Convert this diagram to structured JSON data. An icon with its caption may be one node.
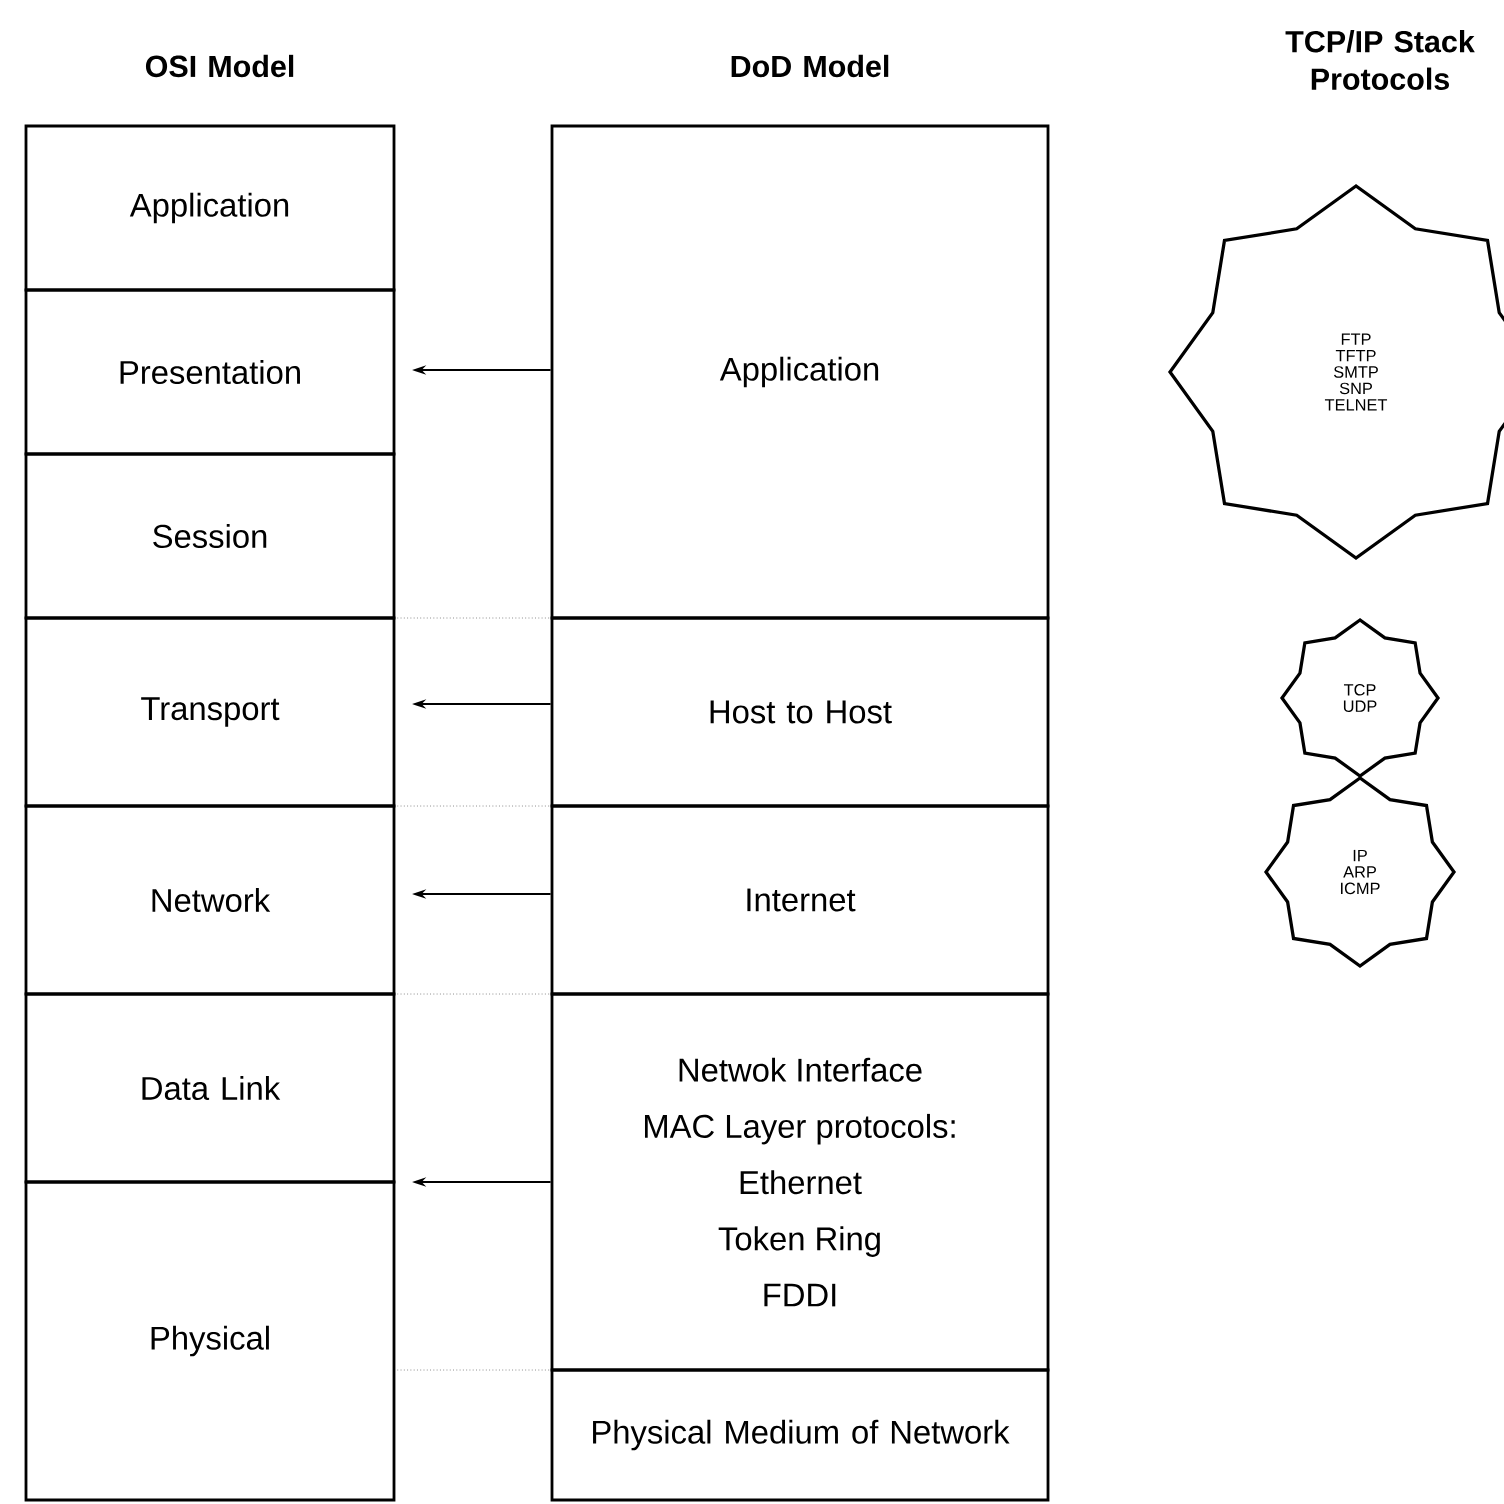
{
  "diagram": {
    "nodes": [
      {
        "text": [
          "Application"
        ]
      },
      {
        "text": [
          "Presentation"
        ]
      },
      {
        "text": [
          "Session"
        ]
      },
      {
        "text": [
          "Transport"
        ]
      },
      {
        "text": [
          "Network"
        ]
      },
      {
        "text": [
          "Data Link"
        ]
      },
      {
        "text": [
          "Physical"
        ]
      },
      {
        "text": [
          "Application"
        ]
      },
      {
        "text": [
          "Host to Host"
        ]
      },
      {
        "text": [
          "Internet"
        ]
      },
      {
        "text": [
          "Netwok Interface",
          "MAC Layer protocols:",
          "Ethernet",
          "Token Ring",
          "FDDI"
        ]
      },
      {
        "text": [
          "Physical Medium of Network"
        ]
      },
      {
        "text": [
          "FTP",
          "TFTP",
          "SMTP",
          "SNP",
          "TELNET"
        ]
      },
      {
        "text": [
          "TCP",
          "UDP"
        ]
      },
      {
        "text": [
          "IP",
          "ARP",
          "ICMP"
        ]
      }
    ],
    "edges": [
      {
        "from": 7,
        "to": 1,
        "arrow": "to"
      },
      {
        "from": 8,
        "to": 3,
        "arrow": "to"
      },
      {
        "from": 9,
        "to": 4,
        "arrow": "to"
      },
      {
        "from": 10,
        "to": 5,
        "arrow": "to"
      }
    ],
    "labels": [
      "OSI Model",
      "DoD Model",
      "TCP/IP Stack Protocols"
    ]
  }
}
